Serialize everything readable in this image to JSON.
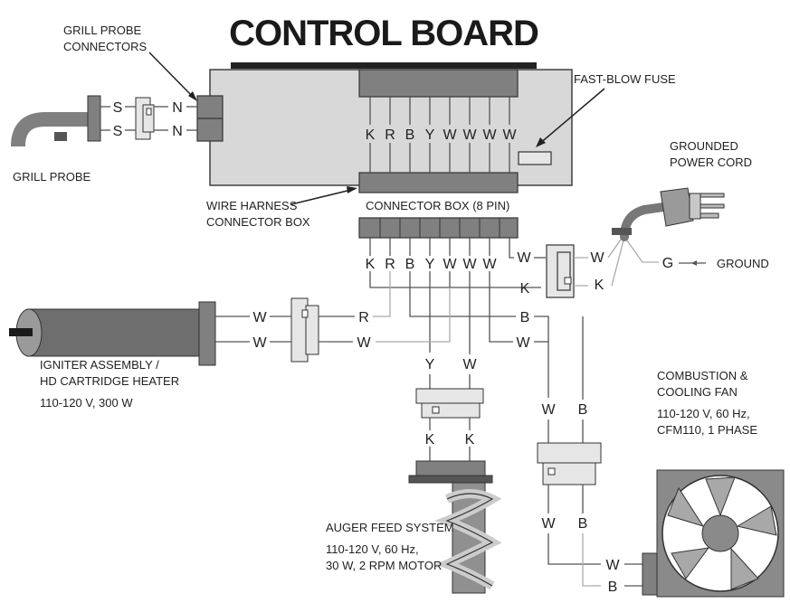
{
  "title": "CONTROL BOARD",
  "labels": {
    "grill_probe_connectors": [
      "GRILL PROBE",
      "CONNECTORS"
    ],
    "grill_probe": "GRILL PROBE",
    "fast_blow_fuse": "FAST-BLOW FUSE",
    "grounded_power_cord": [
      "GROUNDED",
      "POWER CORD"
    ],
    "wire_harness": [
      "WIRE HARNESS",
      "CONNECTOR BOX"
    ],
    "connector_box": "CONNECTOR BOX (8 PIN)",
    "ground": "GROUND",
    "igniter": [
      "IGNITER ASSEMBLY /",
      "HD CARTRIDGE HEATER",
      "110-120 V, 300 W"
    ],
    "fan": [
      "COMBUSTION &",
      "COOLING FAN",
      "110-120 V, 60 Hz,",
      "CFM110, 1 PHASE"
    ],
    "auger": [
      "AUGER FEED SYSTEM",
      "110-120 V, 60 Hz,",
      "30 W, 2 RPM MOTOR"
    ]
  },
  "wires": {
    "board_top": [
      "K",
      "R",
      "B",
      "Y",
      "W",
      "W",
      "W",
      "W"
    ],
    "connector_bottom": [
      "K",
      "R",
      "B",
      "Y",
      "W",
      "W",
      "W"
    ],
    "connector_w": "W",
    "probe_s": [
      "S",
      "S"
    ],
    "probe_n": [
      "N",
      "N"
    ],
    "power_in": [
      "W",
      "K"
    ],
    "power_out": [
      "W",
      "K"
    ],
    "ground_g": "G",
    "igniter_left": [
      "W",
      "W"
    ],
    "igniter_right": [
      "R",
      "W"
    ],
    "branch_b": "B",
    "branch_w": "W",
    "auger_top": [
      "Y",
      "W"
    ],
    "auger_bottom": [
      "K",
      "K"
    ],
    "fan_top": [
      "W",
      "B"
    ],
    "fan_mid": [
      "W",
      "B"
    ],
    "fan_end": [
      "W",
      "B"
    ]
  }
}
